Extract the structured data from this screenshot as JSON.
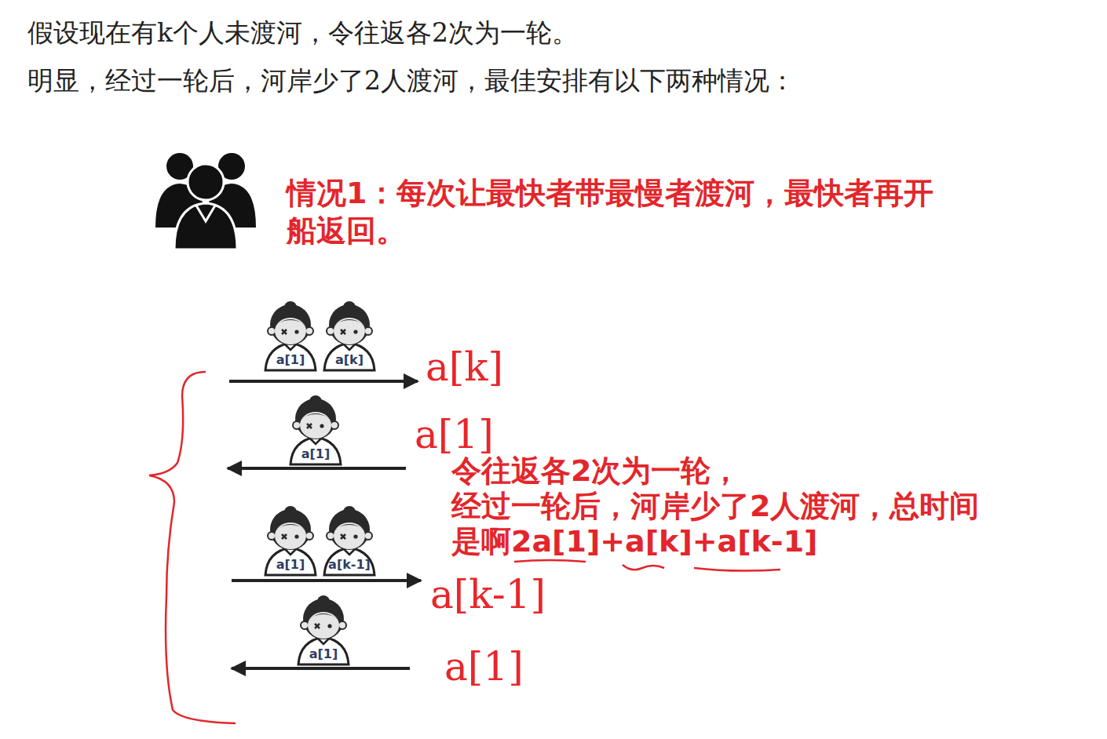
{
  "diagram": {
    "labels": [
      "假设现在有k个人未渡河，令往返各2次为一轮。",
      "明显，经过一轮后，河岸少了2人渡河，最佳安排有以下两种情况：",
      "情况1：每次让最快者带最慢者渡河，最快者再开船返回。",
      "a[1]",
      "a[k]",
      "a[k]",
      "a[1]",
      "a[1]",
      "令往返各2次为一轮， 经过一轮后，河岸少了2人渡河，总时间 是啊2a[1]+a[k]+a[k-1]",
      "a[1]",
      "a[k-1]",
      "a[k-1]",
      "a[1]",
      "a[1]"
    ]
  }
}
